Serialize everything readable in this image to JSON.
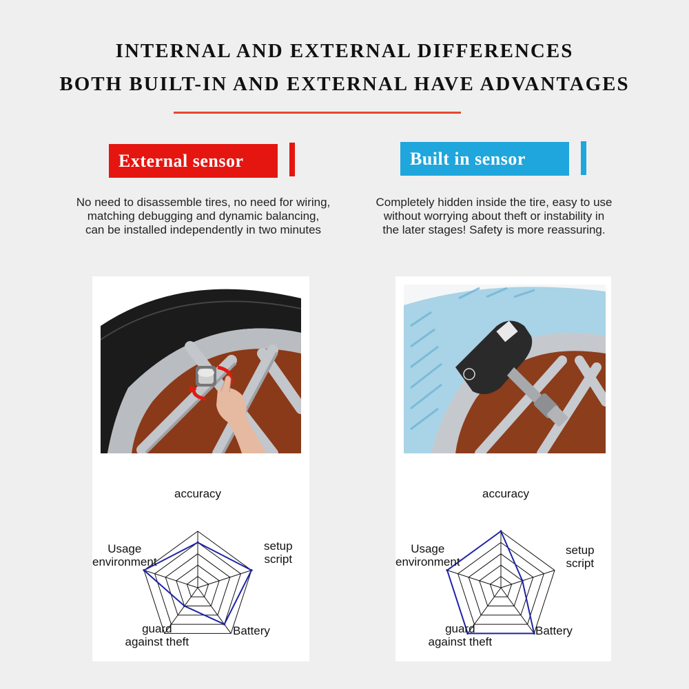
{
  "header": {
    "line1": "INTERNAL AND EXTERNAL DIFFERENCES",
    "line2": "BOTH BUILT-IN AND EXTERNAL HAVE ADVANTAGES"
  },
  "colors": {
    "accent_red": "#e5150f",
    "accent_blue": "#1fa6dc",
    "rule_red": "#e8462f",
    "radar_line": "#1d23a6"
  },
  "external": {
    "tag": "External sensor",
    "desc_lines": [
      "No need to disassemble tires, no need for wiring,",
      "matching debugging and dynamic balancing,",
      "can be installed independently in two minutes"
    ],
    "photo": "hand-tightening-external-valve-sensor-image"
  },
  "internal": {
    "tag": "Built in sensor",
    "desc_lines": [
      "Completely hidden inside the tire, easy to use",
      "without worrying about theft or instability in",
      "the later stages! Safety is more reassuring."
    ],
    "photo": "built-in-sensor-inside-tire-image"
  },
  "chart_data": [
    {
      "type": "radar",
      "name_context": "External sensor",
      "axes": [
        "accuracy",
        "setup script",
        "Battery",
        "guard against theft",
        "Usage environment"
      ],
      "axis_label_lines": [
        [
          "accuracy"
        ],
        [
          "setup",
          "script"
        ],
        [
          "Battery"
        ],
        [
          "guard",
          "against theft"
        ],
        [
          "Usage",
          "environment"
        ]
      ],
      "levels": 5,
      "max": 5,
      "values": [
        4,
        5,
        4,
        2,
        5
      ]
    },
    {
      "type": "radar",
      "name_context": "Built in sensor",
      "axes": [
        "accuracy",
        "setup script",
        "Battery",
        "guard against theft",
        "Usage environment"
      ],
      "axis_label_lines": [
        [
          "accuracy"
        ],
        [
          "setup",
          "script"
        ],
        [
          "Battery"
        ],
        [
          "guard",
          "against theft"
        ],
        [
          "Usage",
          "environment"
        ]
      ],
      "levels": 5,
      "max": 5,
      "values": [
        5,
        2,
        5,
        5,
        5
      ]
    }
  ]
}
